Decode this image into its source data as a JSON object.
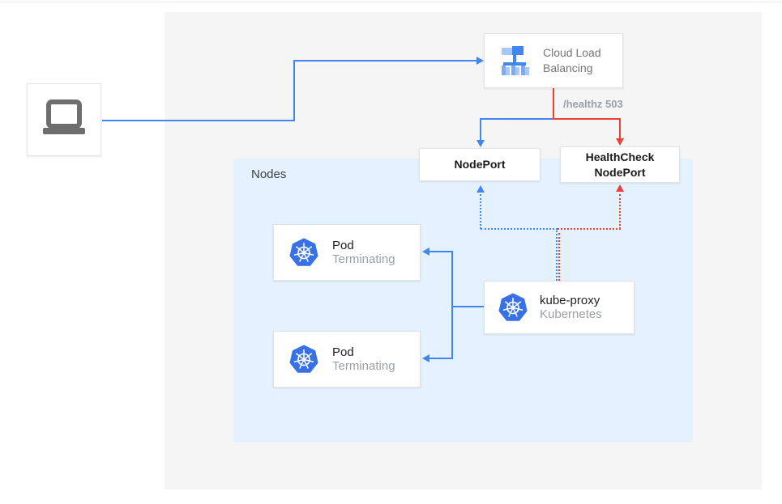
{
  "diagram": {
    "client": {
      "name": "client-laptop"
    },
    "cloud_load_balancing": {
      "line1": "Cloud Load",
      "line2": "Balancing"
    },
    "healthz_label": "/healthz 503",
    "nodeport": {
      "label": "NodePort"
    },
    "healthcheck_nodeport": {
      "line1": "HealthCheck",
      "line2": "NodePort"
    },
    "nodes_container": {
      "label": "Nodes"
    },
    "pods": [
      {
        "title": "Pod",
        "subtitle": "Terminating"
      },
      {
        "title": "Pod",
        "subtitle": "Terminating"
      }
    ],
    "kube_proxy": {
      "title": "kube-proxy",
      "subtitle": "Kubernetes"
    }
  },
  "colors": {
    "blue": "#4285f4",
    "red": "#ea4335",
    "nodes_bg": "#e4f1fe",
    "panel_bg": "#f5f5f6",
    "k8s_logo_blue": "#3871e5",
    "icon_gray": "#6e6e6e"
  }
}
